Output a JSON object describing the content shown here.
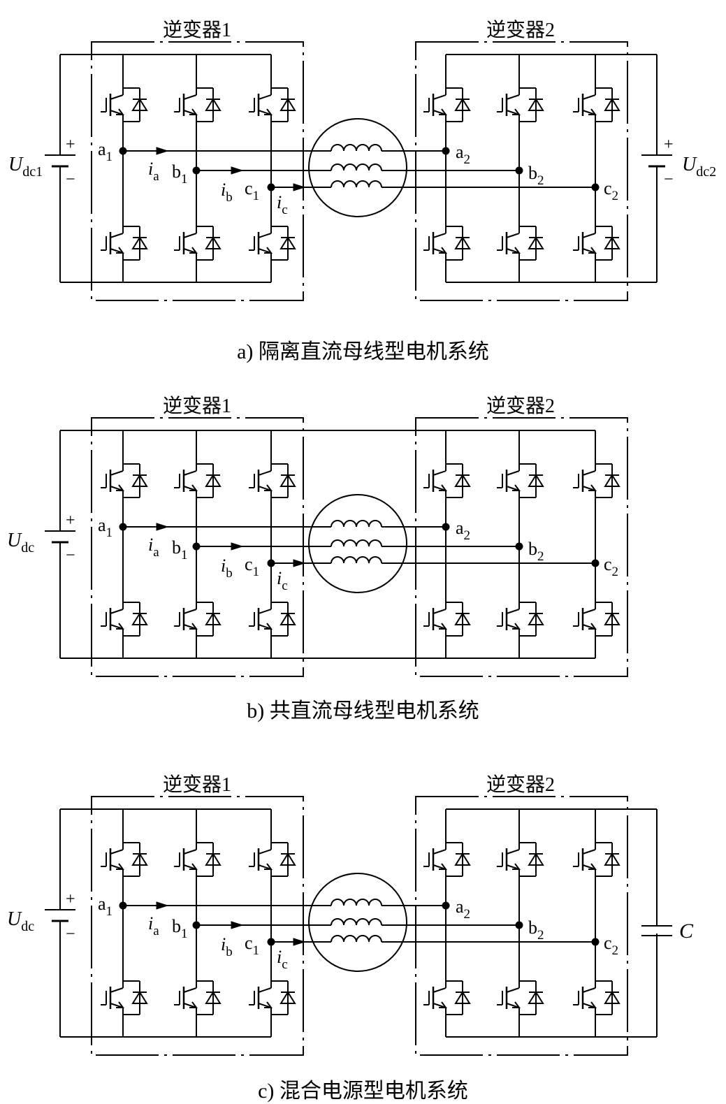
{
  "diagrams": [
    {
      "id": "a",
      "inverter1_label": "逆变器1",
      "inverter2_label": "逆变器2",
      "left_source": {
        "kind": "battery",
        "label_main": "U",
        "label_sub": "dc1",
        "plus": "+",
        "minus": "−"
      },
      "right_source": {
        "kind": "battery",
        "label_main": "U",
        "label_sub": "dc2",
        "plus": "+",
        "minus": "−"
      },
      "caption": "a) 隔离直流母线型电机系统"
    },
    {
      "id": "b",
      "inverter1_label": "逆变器1",
      "inverter2_label": "逆变器2",
      "left_source": {
        "kind": "battery",
        "label_main": "U",
        "label_sub": "dc",
        "plus": "+",
        "minus": "−"
      },
      "right_source": {
        "kind": "shared-bus"
      },
      "caption": "b) 共直流母线型电机系统"
    },
    {
      "id": "c",
      "inverter1_label": "逆变器1",
      "inverter2_label": "逆变器2",
      "left_source": {
        "kind": "battery",
        "label_main": "U",
        "label_sub": "dc",
        "plus": "+",
        "minus": "−"
      },
      "right_source": {
        "kind": "capacitor",
        "label_main": "C"
      },
      "caption": "c) 混合电源型电机系统"
    }
  ],
  "node_labels": {
    "a1": {
      "main": "a",
      "sub": "1"
    },
    "b1": {
      "main": "b",
      "sub": "1"
    },
    "c1": {
      "main": "c",
      "sub": "1"
    },
    "a2": {
      "main": "a",
      "sub": "2"
    },
    "b2": {
      "main": "b",
      "sub": "2"
    },
    "c2": {
      "main": "c",
      "sub": "2"
    }
  },
  "current_labels": {
    "ia": {
      "main": "i",
      "sub": "a"
    },
    "ib": {
      "main": "i",
      "sub": "b"
    },
    "ic": {
      "main": "i",
      "sub": "c"
    }
  },
  "icons": {
    "switch": "igbt-with-diode-icon",
    "motor": "motor-winding-icon",
    "battery": "battery-icon",
    "capacitor": "capacitor-icon"
  },
  "colors": {
    "line": "#000000",
    "background": "#ffffff"
  }
}
